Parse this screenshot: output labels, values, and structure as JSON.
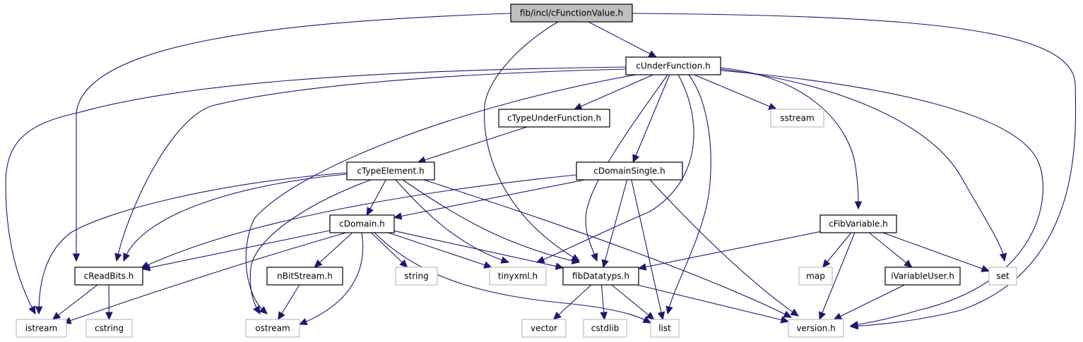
{
  "diagram": {
    "title": "fib/incl/cFunctionValue.h",
    "type": "include-dependency-graph",
    "colors": {
      "edge": "#191970",
      "root_fill": "#bfbfbf",
      "internal_border": "#000000",
      "external_border": "#bfbfbf"
    },
    "nodes": [
      {
        "id": "root",
        "label": "fib/incl/cFunctionValue.h",
        "kind": "root"
      },
      {
        "id": "cUnderFunction",
        "label": "cUnderFunction.h",
        "kind": "internal"
      },
      {
        "id": "cTypeUnderFunction",
        "label": "cTypeUnderFunction.h",
        "kind": "internal"
      },
      {
        "id": "sstream",
        "label": "sstream",
        "kind": "external"
      },
      {
        "id": "cTypeElement",
        "label": "cTypeElement.h",
        "kind": "internal"
      },
      {
        "id": "cDomainSingle",
        "label": "cDomainSingle.h",
        "kind": "internal"
      },
      {
        "id": "cDomain",
        "label": "cDomain.h",
        "kind": "internal"
      },
      {
        "id": "cFibVariable",
        "label": "cFibVariable.h",
        "kind": "internal"
      },
      {
        "id": "cReadBits",
        "label": "cReadBits.h",
        "kind": "internal"
      },
      {
        "id": "nBitStream",
        "label": "nBitStream.h",
        "kind": "internal"
      },
      {
        "id": "string",
        "label": "string",
        "kind": "external"
      },
      {
        "id": "tinyxml",
        "label": "tinyxml.h",
        "kind": "external"
      },
      {
        "id": "fibDatatyps",
        "label": "fibDatatyps.h",
        "kind": "internal"
      },
      {
        "id": "map",
        "label": "map",
        "kind": "external"
      },
      {
        "id": "iVariableUser",
        "label": "iVariableUser.h",
        "kind": "internal"
      },
      {
        "id": "set",
        "label": "set",
        "kind": "external"
      },
      {
        "id": "istream",
        "label": "istream",
        "kind": "external"
      },
      {
        "id": "cstring",
        "label": "cstring",
        "kind": "external"
      },
      {
        "id": "ostream",
        "label": "ostream",
        "kind": "external"
      },
      {
        "id": "vector",
        "label": "vector",
        "kind": "external"
      },
      {
        "id": "cstdlib",
        "label": "cstdlib",
        "kind": "external"
      },
      {
        "id": "list",
        "label": "list",
        "kind": "external"
      },
      {
        "id": "version",
        "label": "version.h",
        "kind": "external"
      }
    ],
    "edges": [
      [
        "root",
        "cUnderFunction"
      ],
      [
        "root",
        "cReadBits"
      ],
      [
        "root",
        "fibDatatyps"
      ],
      [
        "root",
        "version"
      ],
      [
        "cUnderFunction",
        "cTypeUnderFunction"
      ],
      [
        "cUnderFunction",
        "sstream"
      ],
      [
        "cUnderFunction",
        "cDomainSingle"
      ],
      [
        "cUnderFunction",
        "cFibVariable"
      ],
      [
        "cUnderFunction",
        "cReadBits"
      ],
      [
        "cUnderFunction",
        "istream"
      ],
      [
        "cUnderFunction",
        "ostream"
      ],
      [
        "cUnderFunction",
        "fibDatatyps"
      ],
      [
        "cUnderFunction",
        "tinyxml"
      ],
      [
        "cUnderFunction",
        "list"
      ],
      [
        "cUnderFunction",
        "set"
      ],
      [
        "cUnderFunction",
        "version"
      ],
      [
        "cTypeUnderFunction",
        "cTypeElement"
      ],
      [
        "cTypeElement",
        "cDomain"
      ],
      [
        "cTypeElement",
        "cReadBits"
      ],
      [
        "cTypeElement",
        "istream"
      ],
      [
        "cTypeElement",
        "ostream"
      ],
      [
        "cTypeElement",
        "tinyxml"
      ],
      [
        "cTypeElement",
        "fibDatatyps"
      ],
      [
        "cTypeElement",
        "version"
      ],
      [
        "cDomainSingle",
        "cDomain"
      ],
      [
        "cDomainSingle",
        "cReadBits"
      ],
      [
        "cDomainSingle",
        "fibDatatyps"
      ],
      [
        "cDomainSingle",
        "list"
      ],
      [
        "cDomainSingle",
        "version"
      ],
      [
        "cDomain",
        "cReadBits"
      ],
      [
        "cDomain",
        "nBitStream"
      ],
      [
        "cDomain",
        "string"
      ],
      [
        "cDomain",
        "tinyxml"
      ],
      [
        "cDomain",
        "fibDatatyps"
      ],
      [
        "cDomain",
        "istream"
      ],
      [
        "cDomain",
        "ostream"
      ],
      [
        "cDomain",
        "list"
      ],
      [
        "cFibVariable",
        "fibDatatyps"
      ],
      [
        "cFibVariable",
        "map"
      ],
      [
        "cFibVariable",
        "iVariableUser"
      ],
      [
        "cFibVariable",
        "set"
      ],
      [
        "cFibVariable",
        "version"
      ],
      [
        "cReadBits",
        "istream"
      ],
      [
        "cReadBits",
        "cstring"
      ],
      [
        "nBitStream",
        "ostream"
      ],
      [
        "fibDatatyps",
        "vector"
      ],
      [
        "fibDatatyps",
        "cstdlib"
      ],
      [
        "fibDatatyps",
        "list"
      ],
      [
        "fibDatatyps",
        "version"
      ],
      [
        "iVariableUser",
        "version"
      ]
    ]
  }
}
